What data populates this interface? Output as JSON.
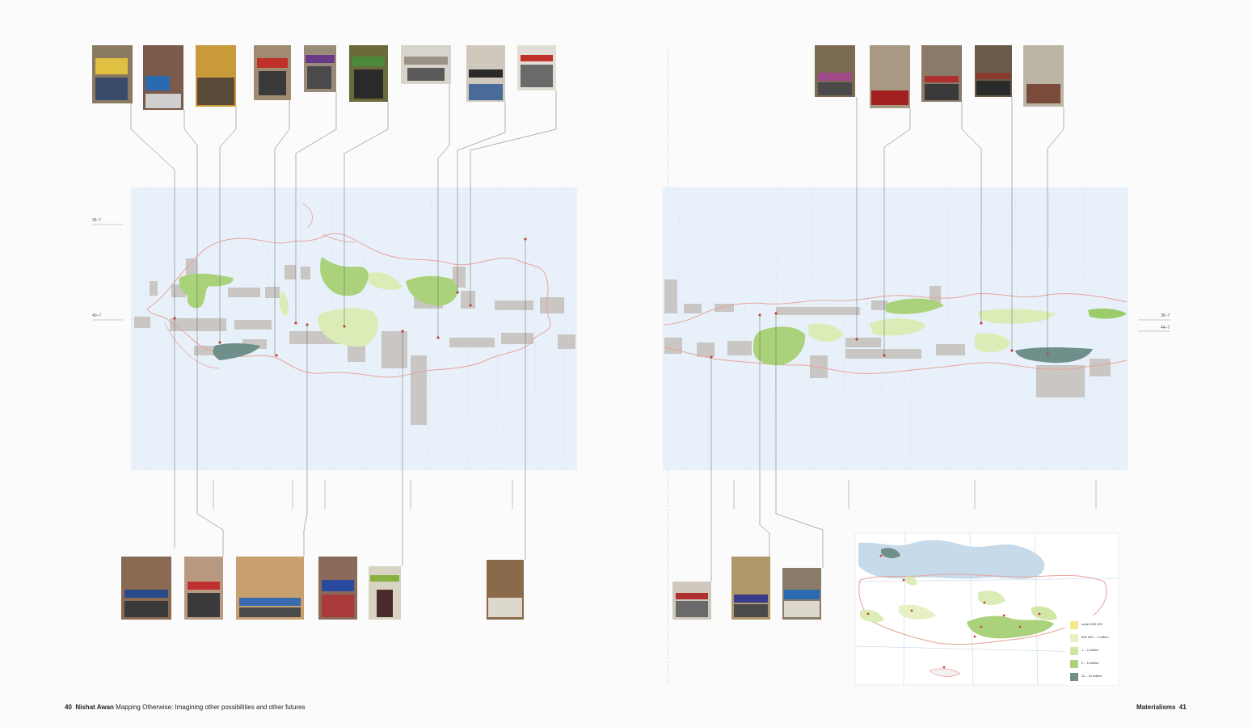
{
  "footer": {
    "left_page_number": "40",
    "left_author": "Nishat Awan",
    "left_title": "Mapping Otherwise: Imagining other possibilities and other futures",
    "right_section": "Materialisms",
    "right_page_number": "41"
  },
  "map_labels": {
    "left_margin_1": "36–7",
    "left_margin_2": "40–7",
    "right_margin_1": "36–7",
    "right_margin_2": "44–7"
  },
  "inset_legend": {
    "items": [
      {
        "label": "under 500 000",
        "color": "#f3e98a"
      },
      {
        "label": "500 000 – 1 million",
        "color": "#e6f0c2"
      },
      {
        "label": "1 – 2 million",
        "color": "#cfe6a4"
      },
      {
        "label": "2 – 5 million",
        "color": "#a9d27a"
      },
      {
        "label": "11 – 12 million",
        "color": "#6f8f8a"
      }
    ]
  },
  "colors": {
    "map_background": "#e8f1fa",
    "route_line": "#e8a49a",
    "building_grey": "#c8c6c4",
    "green_light": "#dcecb6",
    "green_mid": "#bcdc8c",
    "green_dark": "#9ccc6a",
    "teal_dark": "#6f8f8a",
    "leader_line": "#555555"
  }
}
